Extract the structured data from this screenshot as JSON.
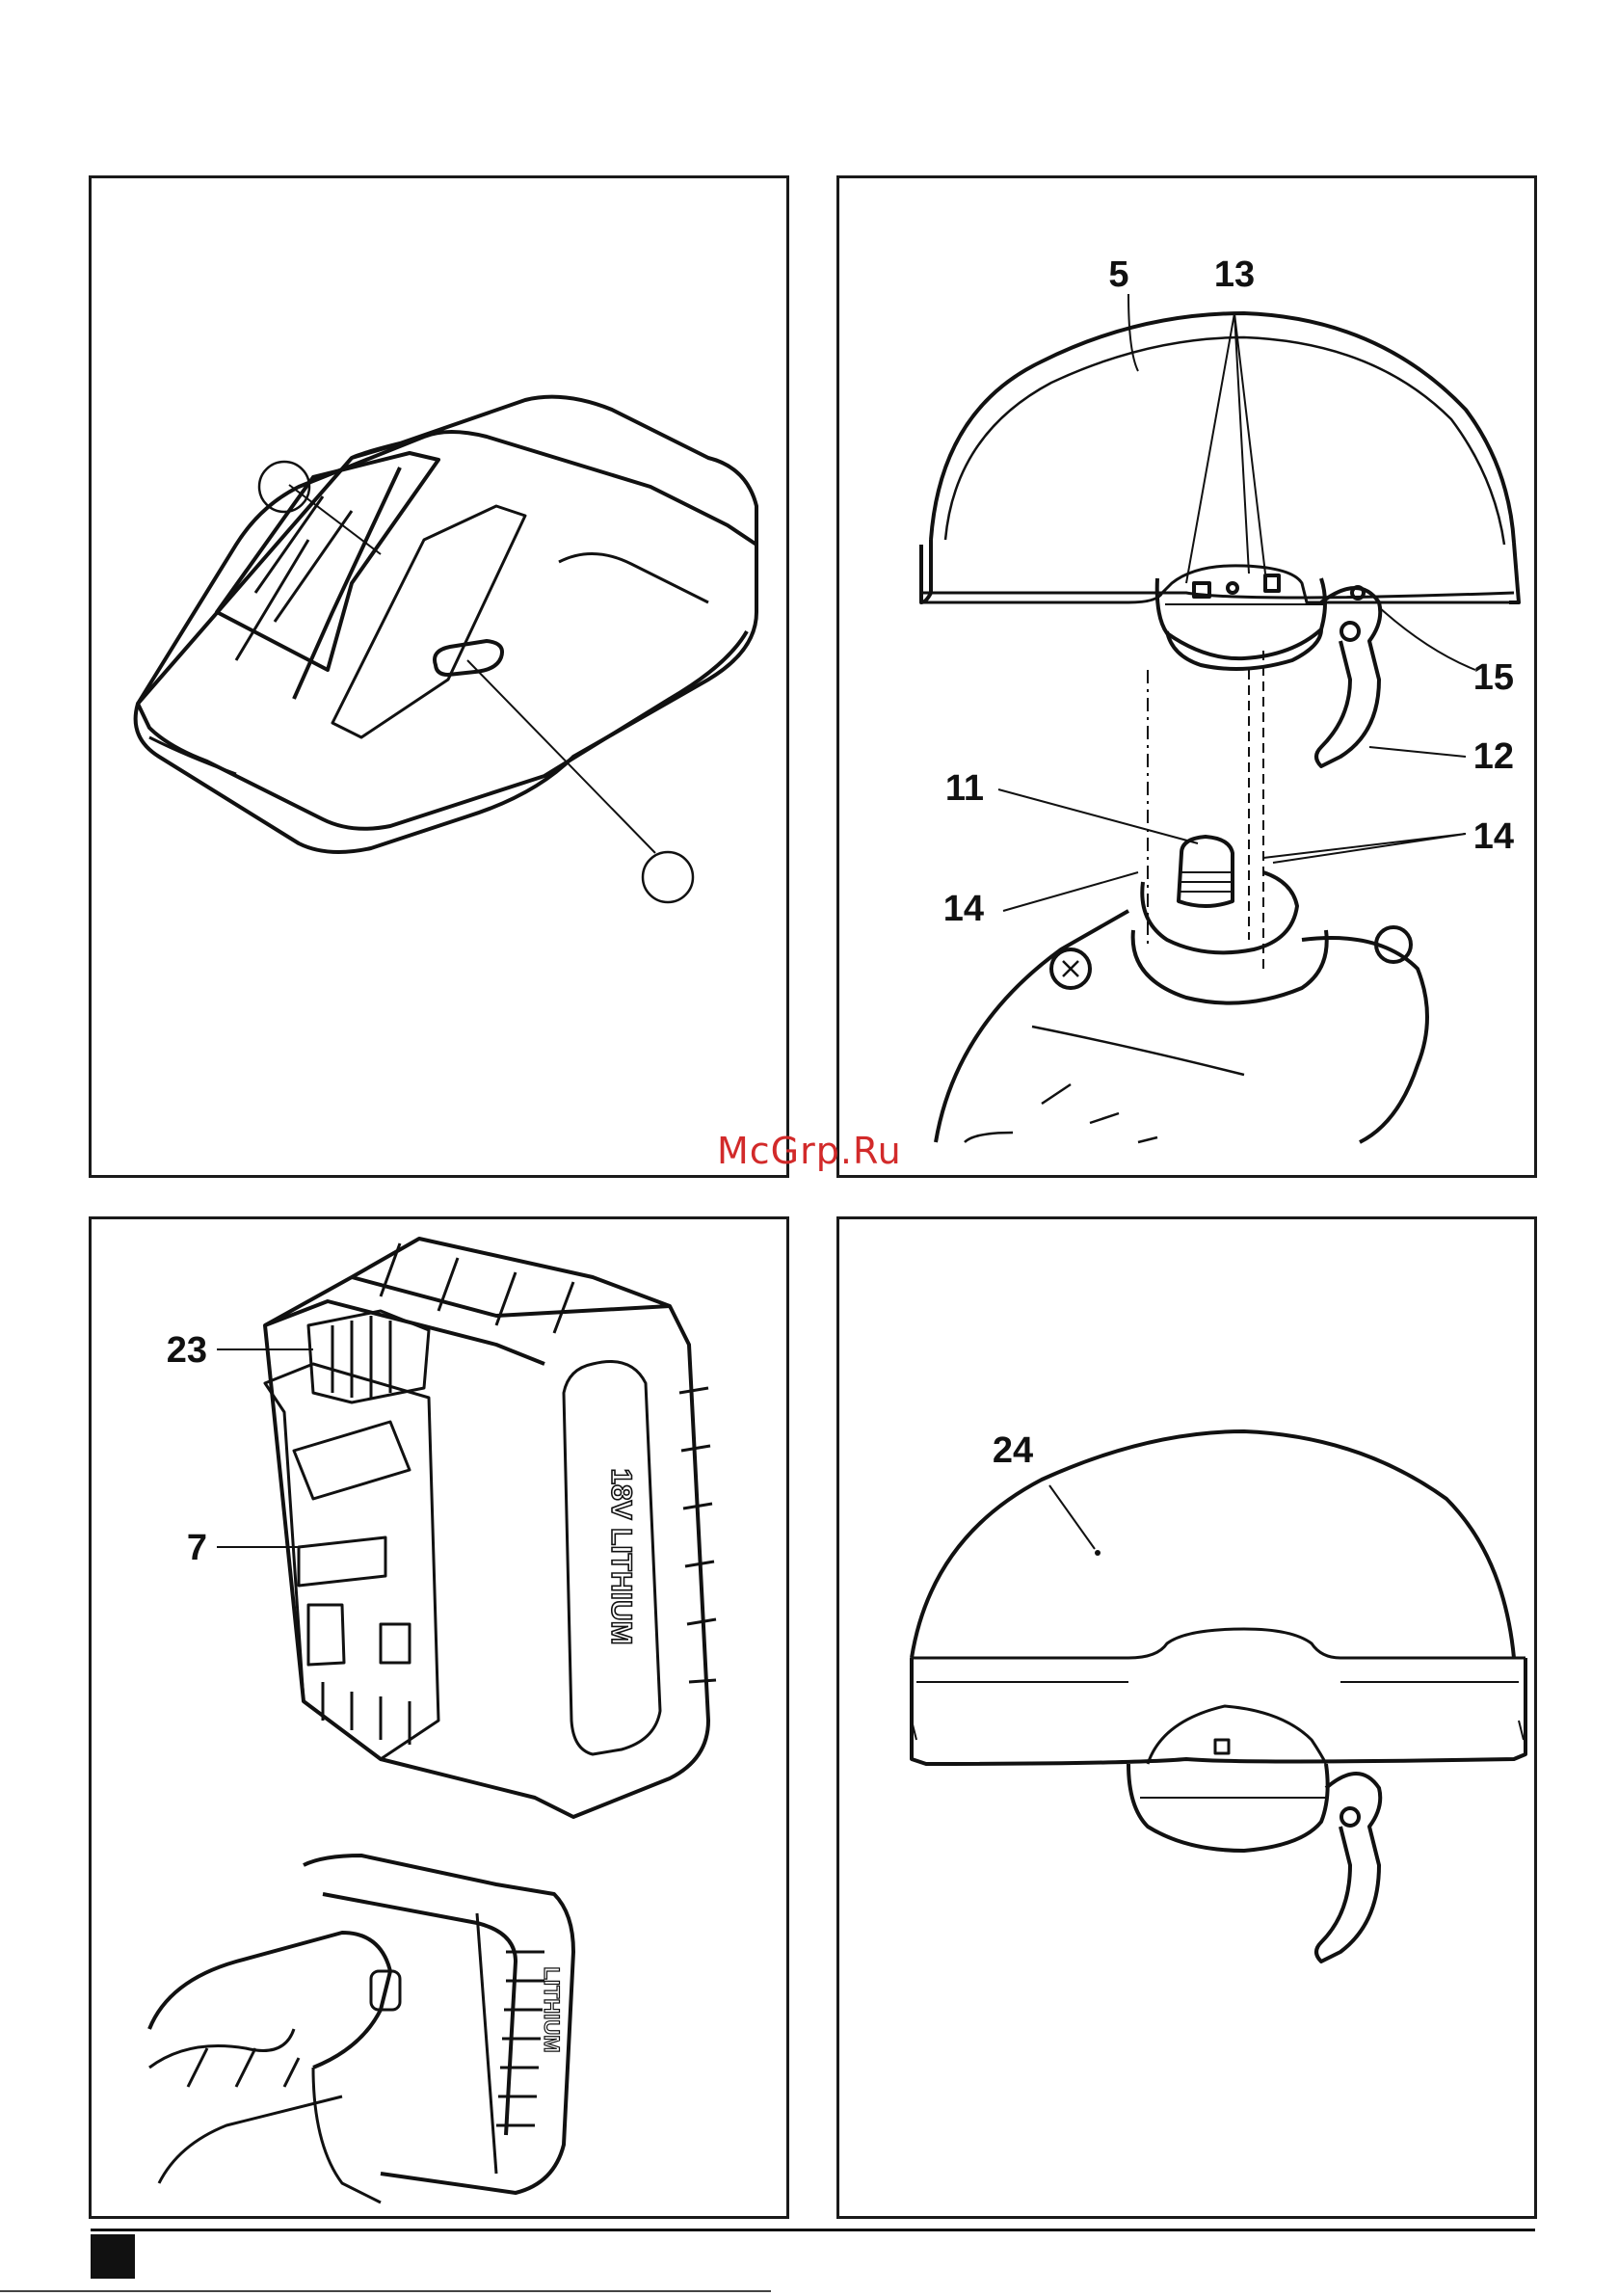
{
  "watermark": "McGrp.Ru",
  "panels": {
    "charger": {
      "label_a": "",
      "label_b": ""
    },
    "guard_install": {
      "labels": [
        "5",
        "13",
        "15",
        "12",
        "11",
        "14",
        "14"
      ]
    },
    "battery": {
      "labels": [
        "23",
        "7"
      ],
      "battery_text": "18V LITHIUM",
      "tool_text": "LITHIUM"
    },
    "guard_24": {
      "labels": [
        "24"
      ]
    }
  }
}
